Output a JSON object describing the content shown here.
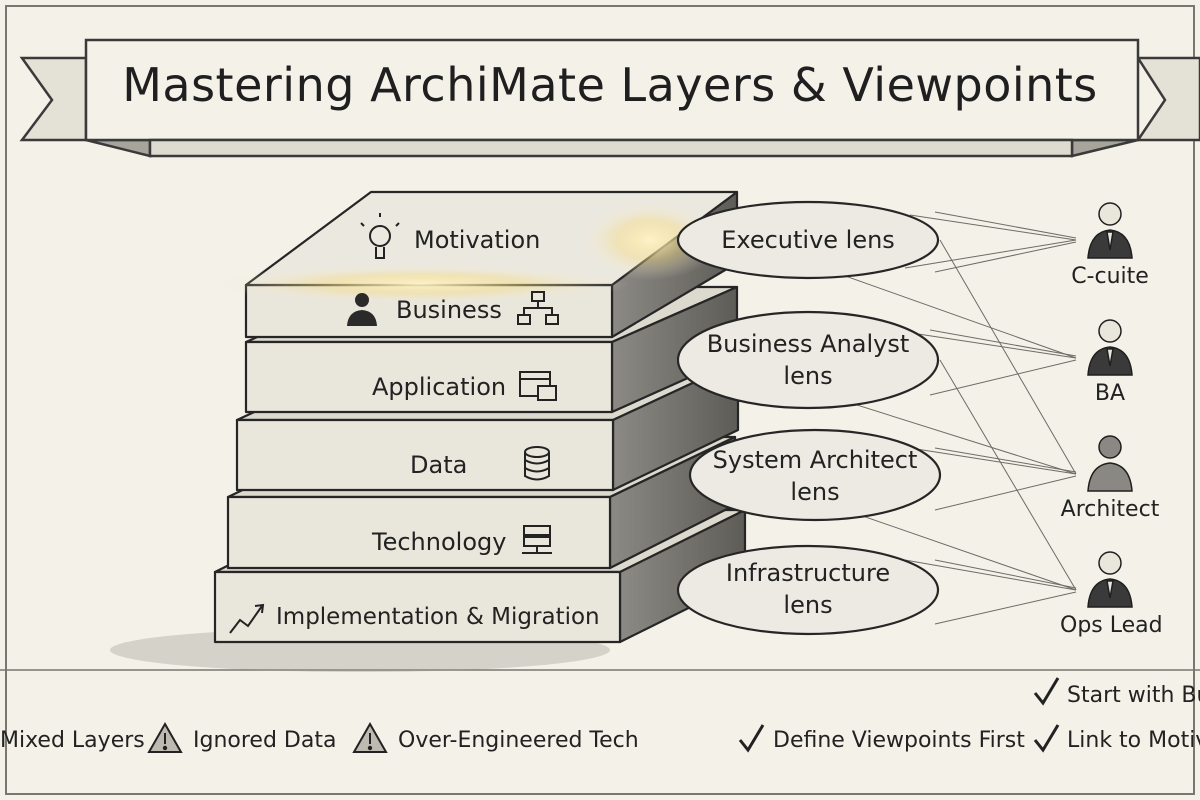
{
  "title": "Mastering ArchiMate Layers & Viewpoints",
  "layers": [
    {
      "label": "Motivation",
      "icon": "lightbulb-icon"
    },
    {
      "label": "Business",
      "icon": "person-icon",
      "icon2": "org-chart-icon"
    },
    {
      "label": "Application",
      "icon": "application-window-icon"
    },
    {
      "label": "Data",
      "icon": "database-icon"
    },
    {
      "label": "Technology",
      "icon": "server-network-icon"
    },
    {
      "label": "Implementation & Migration",
      "icon": "trend-arrow-icon"
    }
  ],
  "lenses": [
    {
      "line1": "Executive lens",
      "line2": ""
    },
    {
      "line1": "Business Analyst",
      "line2": "lens"
    },
    {
      "line1": "System Architect",
      "line2": "lens"
    },
    {
      "line1": "Infrastructure",
      "line2": "lens"
    }
  ],
  "personas": [
    {
      "label": "C-cuite",
      "icon": "executive-avatar-icon"
    },
    {
      "label": "BA",
      "icon": "analyst-avatar-icon"
    },
    {
      "label": "Architect",
      "icon": "architect-avatar-icon"
    },
    {
      "label": "Ops Lead",
      "icon": "ops-avatar-icon"
    }
  ],
  "pitfalls": [
    {
      "label": "Mixed Layers",
      "icon": "warning-icon"
    },
    {
      "label": "Ignored Data",
      "icon": "warning-icon"
    },
    {
      "label": "Over-Engineered Tech",
      "icon": "warning-icon"
    }
  ],
  "best_practices": [
    {
      "label": "Define Viewpoints First",
      "icon": "check-icon"
    },
    {
      "label": "Start with Bu",
      "icon": "check-icon"
    },
    {
      "label": "Link to Motiva",
      "icon": "check-icon"
    }
  ]
}
